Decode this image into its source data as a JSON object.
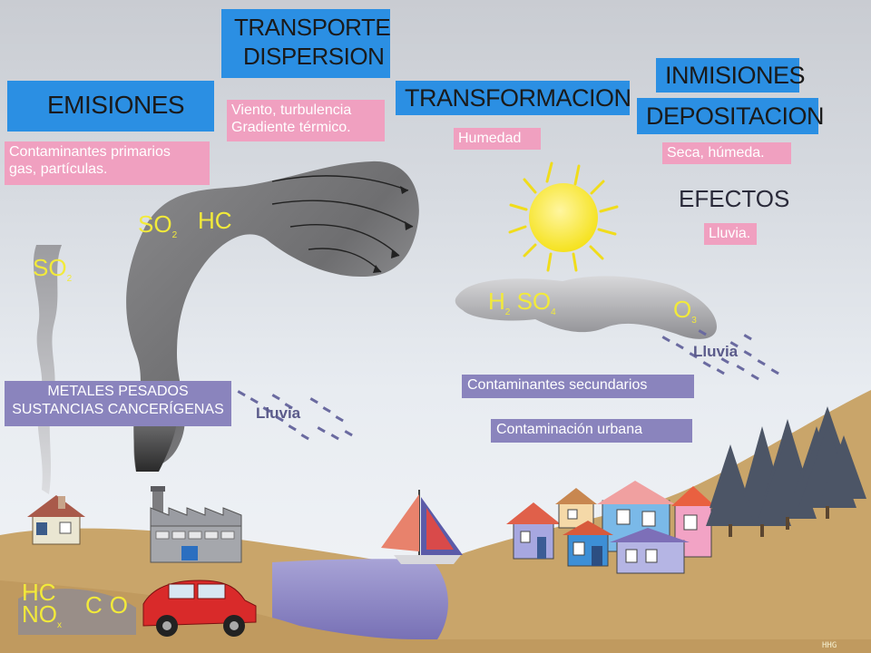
{
  "headers": {
    "transporte": "TRANSPORTE",
    "dispersion": "DISPERSION",
    "emisiones": "EMISIONES",
    "transformacion": "TRANSFORMACION",
    "inmisiones": "INMISIONES",
    "depositacion": "DEPOSITACION",
    "efectos": "EFECTOS"
  },
  "pink_labels": {
    "contaminantes_primarios_1": "Contaminantes primarios",
    "contaminantes_primarios_2": "gas, partículas.",
    "viento_1": "Viento, turbulencia",
    "viento_2": "Gradiente térmico.",
    "humedad": "Humedad",
    "seca_humeda": "Seca, húmeda.",
    "lluvia_efectos": "Lluvia."
  },
  "purple_labels": {
    "metales_1": "METALES PESADOS",
    "metales_2": "SUSTANCIAS CANCERÍGENAS",
    "secundarios": "Contaminantes secundarios",
    "urbana": "Contaminación urbana"
  },
  "chemicals": {
    "so_left": "SO",
    "so_left_sub": "2",
    "so_mid": "SO",
    "so_mid_sub": "2",
    "hc_mid": "HC",
    "h_cloud": "H",
    "h_cloud_sub": "2",
    "so_cloud": "SO",
    "so_cloud_sub": "4",
    "o_cloud": "O",
    "o_cloud_sub": "3",
    "hc_car": "HC",
    "no_car": "NO",
    "no_car_sub": "x",
    "co_car": "CO"
  },
  "rain": {
    "left": "Lluvia",
    "right": "Lluvia"
  },
  "signature": "HHG",
  "colors": {
    "header_blue": "#2b8fe3",
    "pink": "#f0a0c0",
    "purple": "#8a84bd",
    "yellow_text": "#f2ea3a",
    "ground": "#c9a56a",
    "water": "#8d86c6"
  }
}
